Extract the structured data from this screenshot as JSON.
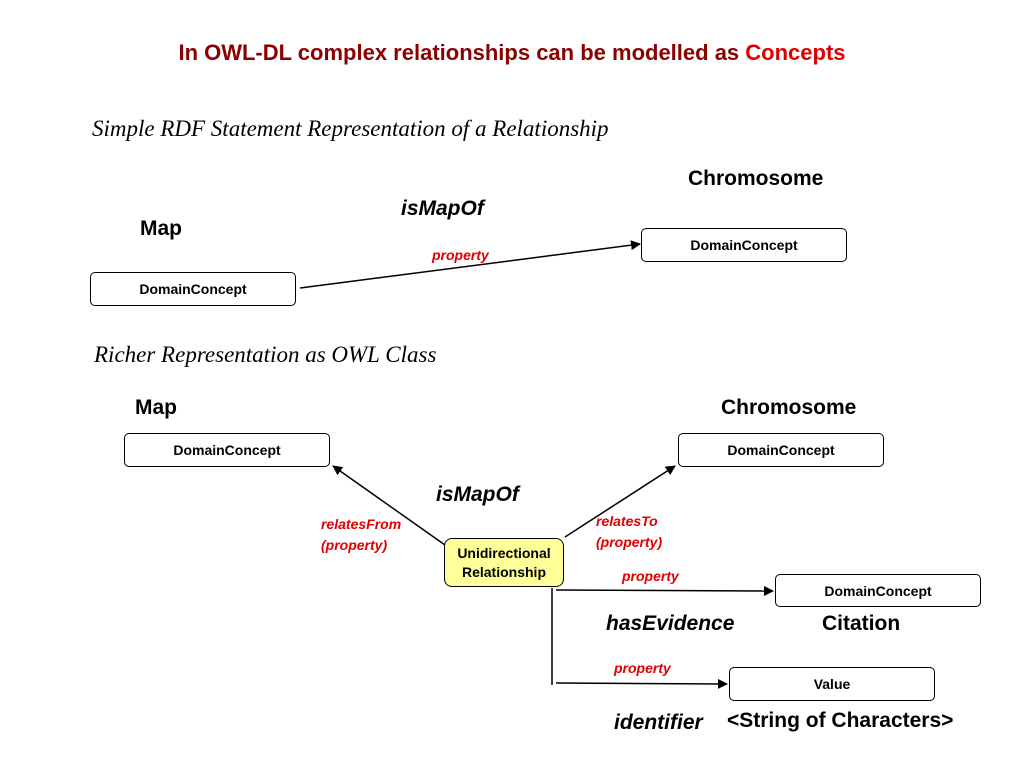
{
  "title": {
    "main": "In OWL-DL complex relationships can be modelled as ",
    "accent": "Concepts"
  },
  "top": {
    "subtitle": "Simple RDF Statement Representation of a Relationship",
    "subject_label": "Map",
    "object_label": "Chromosome",
    "relationship": "isMapOf",
    "property_label": "property",
    "subject_box": "DomainConcept",
    "object_box": "DomainConcept"
  },
  "bottom": {
    "subtitle": "Richer Representation as OWL Class",
    "left_label": "Map",
    "right_label": "Chromosome",
    "left_box": "DomainConcept",
    "right_box": "DomainConcept",
    "relationship": "isMapOf",
    "relates_from": [
      "relatesFrom",
      "(property)"
    ],
    "relates_to": [
      "relatesTo",
      "(property)"
    ],
    "center_box": [
      "Unidirectional",
      "Relationship"
    ],
    "evidence_property": "property",
    "evidence_box": "DomainConcept",
    "evidence_rel": "hasEvidence",
    "evidence_label": "Citation",
    "identifier_property": "property",
    "identifier_box": "Value",
    "identifier_rel": "identifier",
    "identifier_value": "<String of Characters>"
  }
}
